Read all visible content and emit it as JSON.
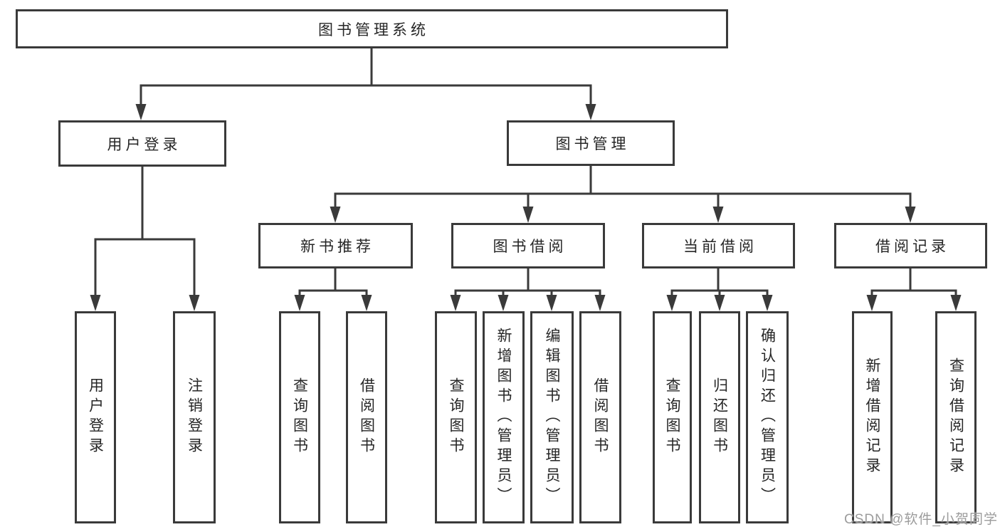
{
  "diagram": {
    "type": "tree-diagram",
    "title": "图书管理系统",
    "colors": {
      "line": "#3a3a3a",
      "text": "#262626",
      "background": "#ffffff",
      "watermark_text": "#9c9c9c"
    },
    "nodes": {
      "root": {
        "label": "图书管理系统",
        "parent": null
      },
      "user_login": {
        "label": "用户登录",
        "parent": "root"
      },
      "book_mgmt": {
        "label": "图书管理",
        "parent": "root"
      },
      "new_book_rec": {
        "label": "新书推荐",
        "parent": "book_mgmt"
      },
      "book_borrow": {
        "label": "图书借阅",
        "parent": "book_mgmt"
      },
      "current_borrow": {
        "label": "当前借阅",
        "parent": "book_mgmt"
      },
      "borrow_records": {
        "label": "借阅记录",
        "parent": "book_mgmt"
      },
      "ul_login": {
        "label": "用户登录",
        "parent": "user_login"
      },
      "ul_logout": {
        "label": "注销登录",
        "parent": "user_login"
      },
      "nbr_query": {
        "label": "查询图书",
        "parent": "new_book_rec"
      },
      "nbr_borrow": {
        "label": "借阅图书",
        "parent": "new_book_rec"
      },
      "bb_query": {
        "label": "查询图书",
        "parent": "book_borrow"
      },
      "bb_add": {
        "label": "新增图书（管理员）",
        "parent": "book_borrow"
      },
      "bb_edit": {
        "label": "编辑图书（管理员）",
        "parent": "book_borrow"
      },
      "bb_borrow": {
        "label": "借阅图书",
        "parent": "book_borrow"
      },
      "cb_query": {
        "label": "查询图书",
        "parent": "current_borrow"
      },
      "cb_return": {
        "label": "归还图书",
        "parent": "current_borrow"
      },
      "cb_confirm": {
        "label": "确认归还（管理员）",
        "parent": "current_borrow"
      },
      "br_add": {
        "label": "新增借阅记录",
        "parent": "borrow_records"
      },
      "br_query": {
        "label": "查询借阅记录",
        "parent": "borrow_records"
      }
    },
    "watermark": "CSDN @软件_小贺同学"
  }
}
